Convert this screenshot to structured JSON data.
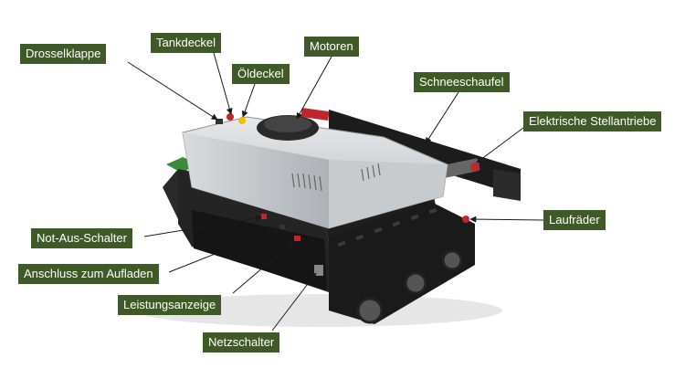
{
  "colors": {
    "label_bg": "#3f5a26",
    "label_text": "#ffffff",
    "leader_line": "#1a1a1a"
  },
  "labels": {
    "throttle": "Drosselklappe",
    "tank_cap": "Tankdeckel",
    "oil_cap": "Öldeckel",
    "motors": "Motoren",
    "snow_shovel": "Schneeschaufel",
    "electric_actuators": "Elektrische Stellantriebe",
    "wheels": "Laufräder",
    "emergency_stop": "Not-Aus-Schalter",
    "charging_port": "Anschluss zum Aufladen",
    "power_display": "Leistungsanzeige",
    "power_switch": "Netzschalter"
  }
}
